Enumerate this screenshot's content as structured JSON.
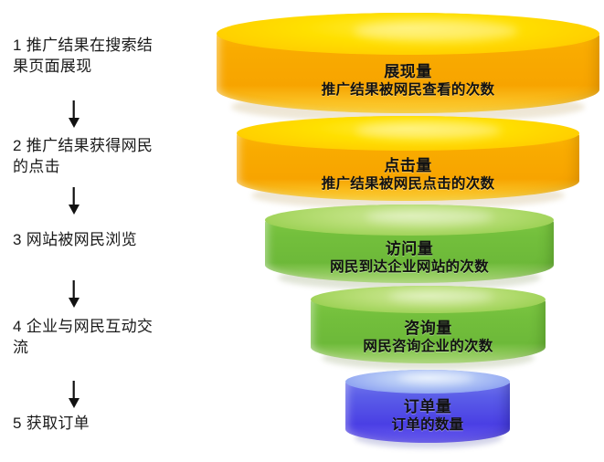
{
  "diagram": {
    "title_colors": {
      "background": "#ffffff",
      "gold_top": "#ffd900",
      "gold_body": "#f5a800",
      "green_top": "#b4e06a",
      "green_body": "#76c043",
      "blue_top": "#9db7f5",
      "blue_body": "#4646e6",
      "text": "#121212"
    }
  },
  "steps": [
    {
      "id": "step-1",
      "label": "1 推广结果在搜索结\n果页面展现"
    },
    {
      "id": "step-2",
      "label": "2 推广结果获得网民\n的点击"
    },
    {
      "id": "step-3",
      "label": "3 网站被网民浏览"
    },
    {
      "id": "step-4",
      "label": "4 企业与网民互动交\n流"
    },
    {
      "id": "step-5",
      "label": "5 获取订单"
    }
  ],
  "arrows": [
    {
      "id": "arrow-1",
      "name": "down-arrow-icon"
    },
    {
      "id": "arrow-2",
      "name": "down-arrow-icon"
    },
    {
      "id": "arrow-3",
      "name": "down-arrow-icon"
    },
    {
      "id": "arrow-4",
      "name": "down-arrow-icon"
    }
  ],
  "funnel": {
    "stages": [
      {
        "id": "stage-impressions",
        "title": "展现量",
        "subtitle": "推广结果被网民查看的次数",
        "color_family": "gold"
      },
      {
        "id": "stage-clicks",
        "title": "点击量",
        "subtitle": "推广结果被网民点击的次数",
        "color_family": "gold"
      },
      {
        "id": "stage-visits",
        "title": "访问量",
        "subtitle": "网民到达企业网站的次数",
        "color_family": "green"
      },
      {
        "id": "stage-inquiries",
        "title": "咨询量",
        "subtitle": "网民咨询企业的次数",
        "color_family": "green"
      },
      {
        "id": "stage-orders",
        "title": "订单量",
        "subtitle": "订单的数量",
        "color_family": "blue"
      }
    ]
  },
  "chart_data": {
    "type": "funnel",
    "title": "",
    "stages": [
      {
        "label": "展现量",
        "description": "推广结果被网民查看的次数",
        "rank": 1,
        "relative_width": 1.0,
        "color": "#f5a800"
      },
      {
        "label": "点击量",
        "description": "推广结果被网民点击的次数",
        "rank": 2,
        "relative_width": 0.88,
        "color": "#f5a800"
      },
      {
        "label": "访问量",
        "description": "网民到达企业网站的次数",
        "rank": 3,
        "relative_width": 0.75,
        "color": "#76c043"
      },
      {
        "label": "咨询量",
        "description": "网民咨询企业的次数",
        "rank": 4,
        "relative_width": 0.61,
        "color": "#76c043"
      },
      {
        "label": "订单量",
        "description": "订单的数量",
        "rank": 5,
        "relative_width": 0.42,
        "color": "#4646e6"
      }
    ],
    "steps": [
      "1 推广结果在搜索结果页面展现",
      "2 推广结果获得网民的点击",
      "3 网站被网民浏览",
      "4 企业与网民互动交流",
      "5 获取订单"
    ],
    "legend": [],
    "grid": false
  }
}
